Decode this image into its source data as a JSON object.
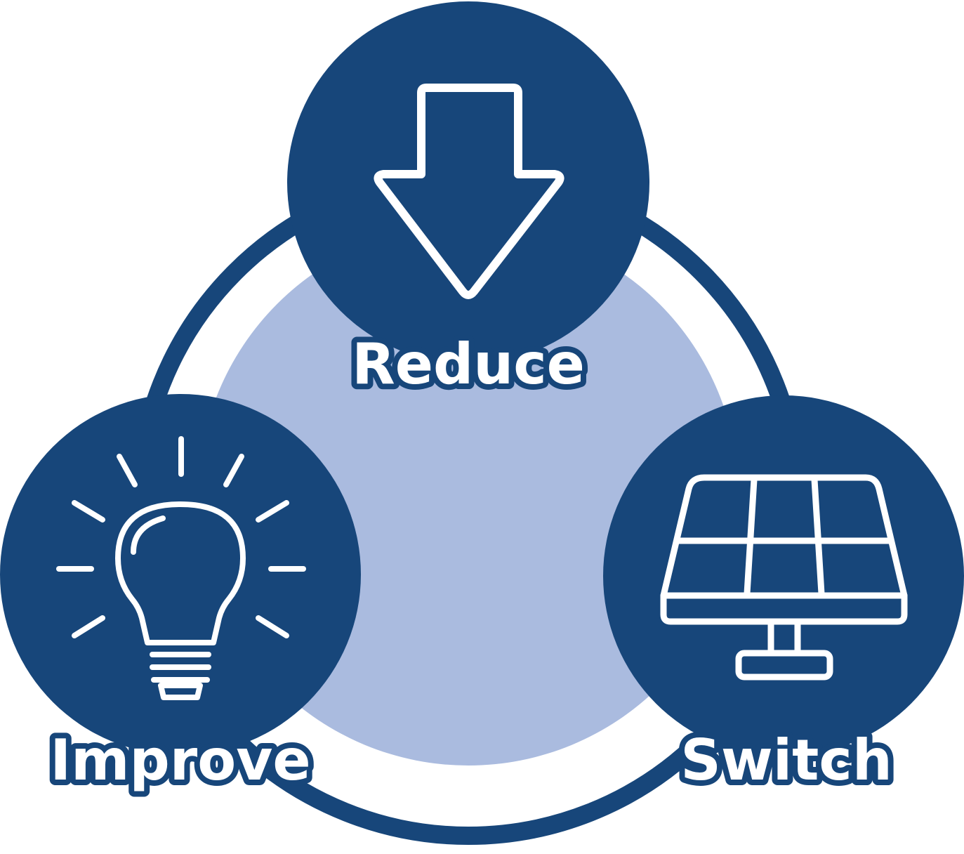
{
  "colors": {
    "dark_blue": "#17467a",
    "light_blue": "#aabbdf",
    "white": "#ffffff"
  },
  "nodes": [
    {
      "id": "reduce",
      "label": "Reduce",
      "icon": "arrow-down-icon"
    },
    {
      "id": "improve",
      "label": "Improve",
      "icon": "lightbulb-icon"
    },
    {
      "id": "switch",
      "label": "Switch",
      "icon": "solar-panel-icon"
    }
  ]
}
